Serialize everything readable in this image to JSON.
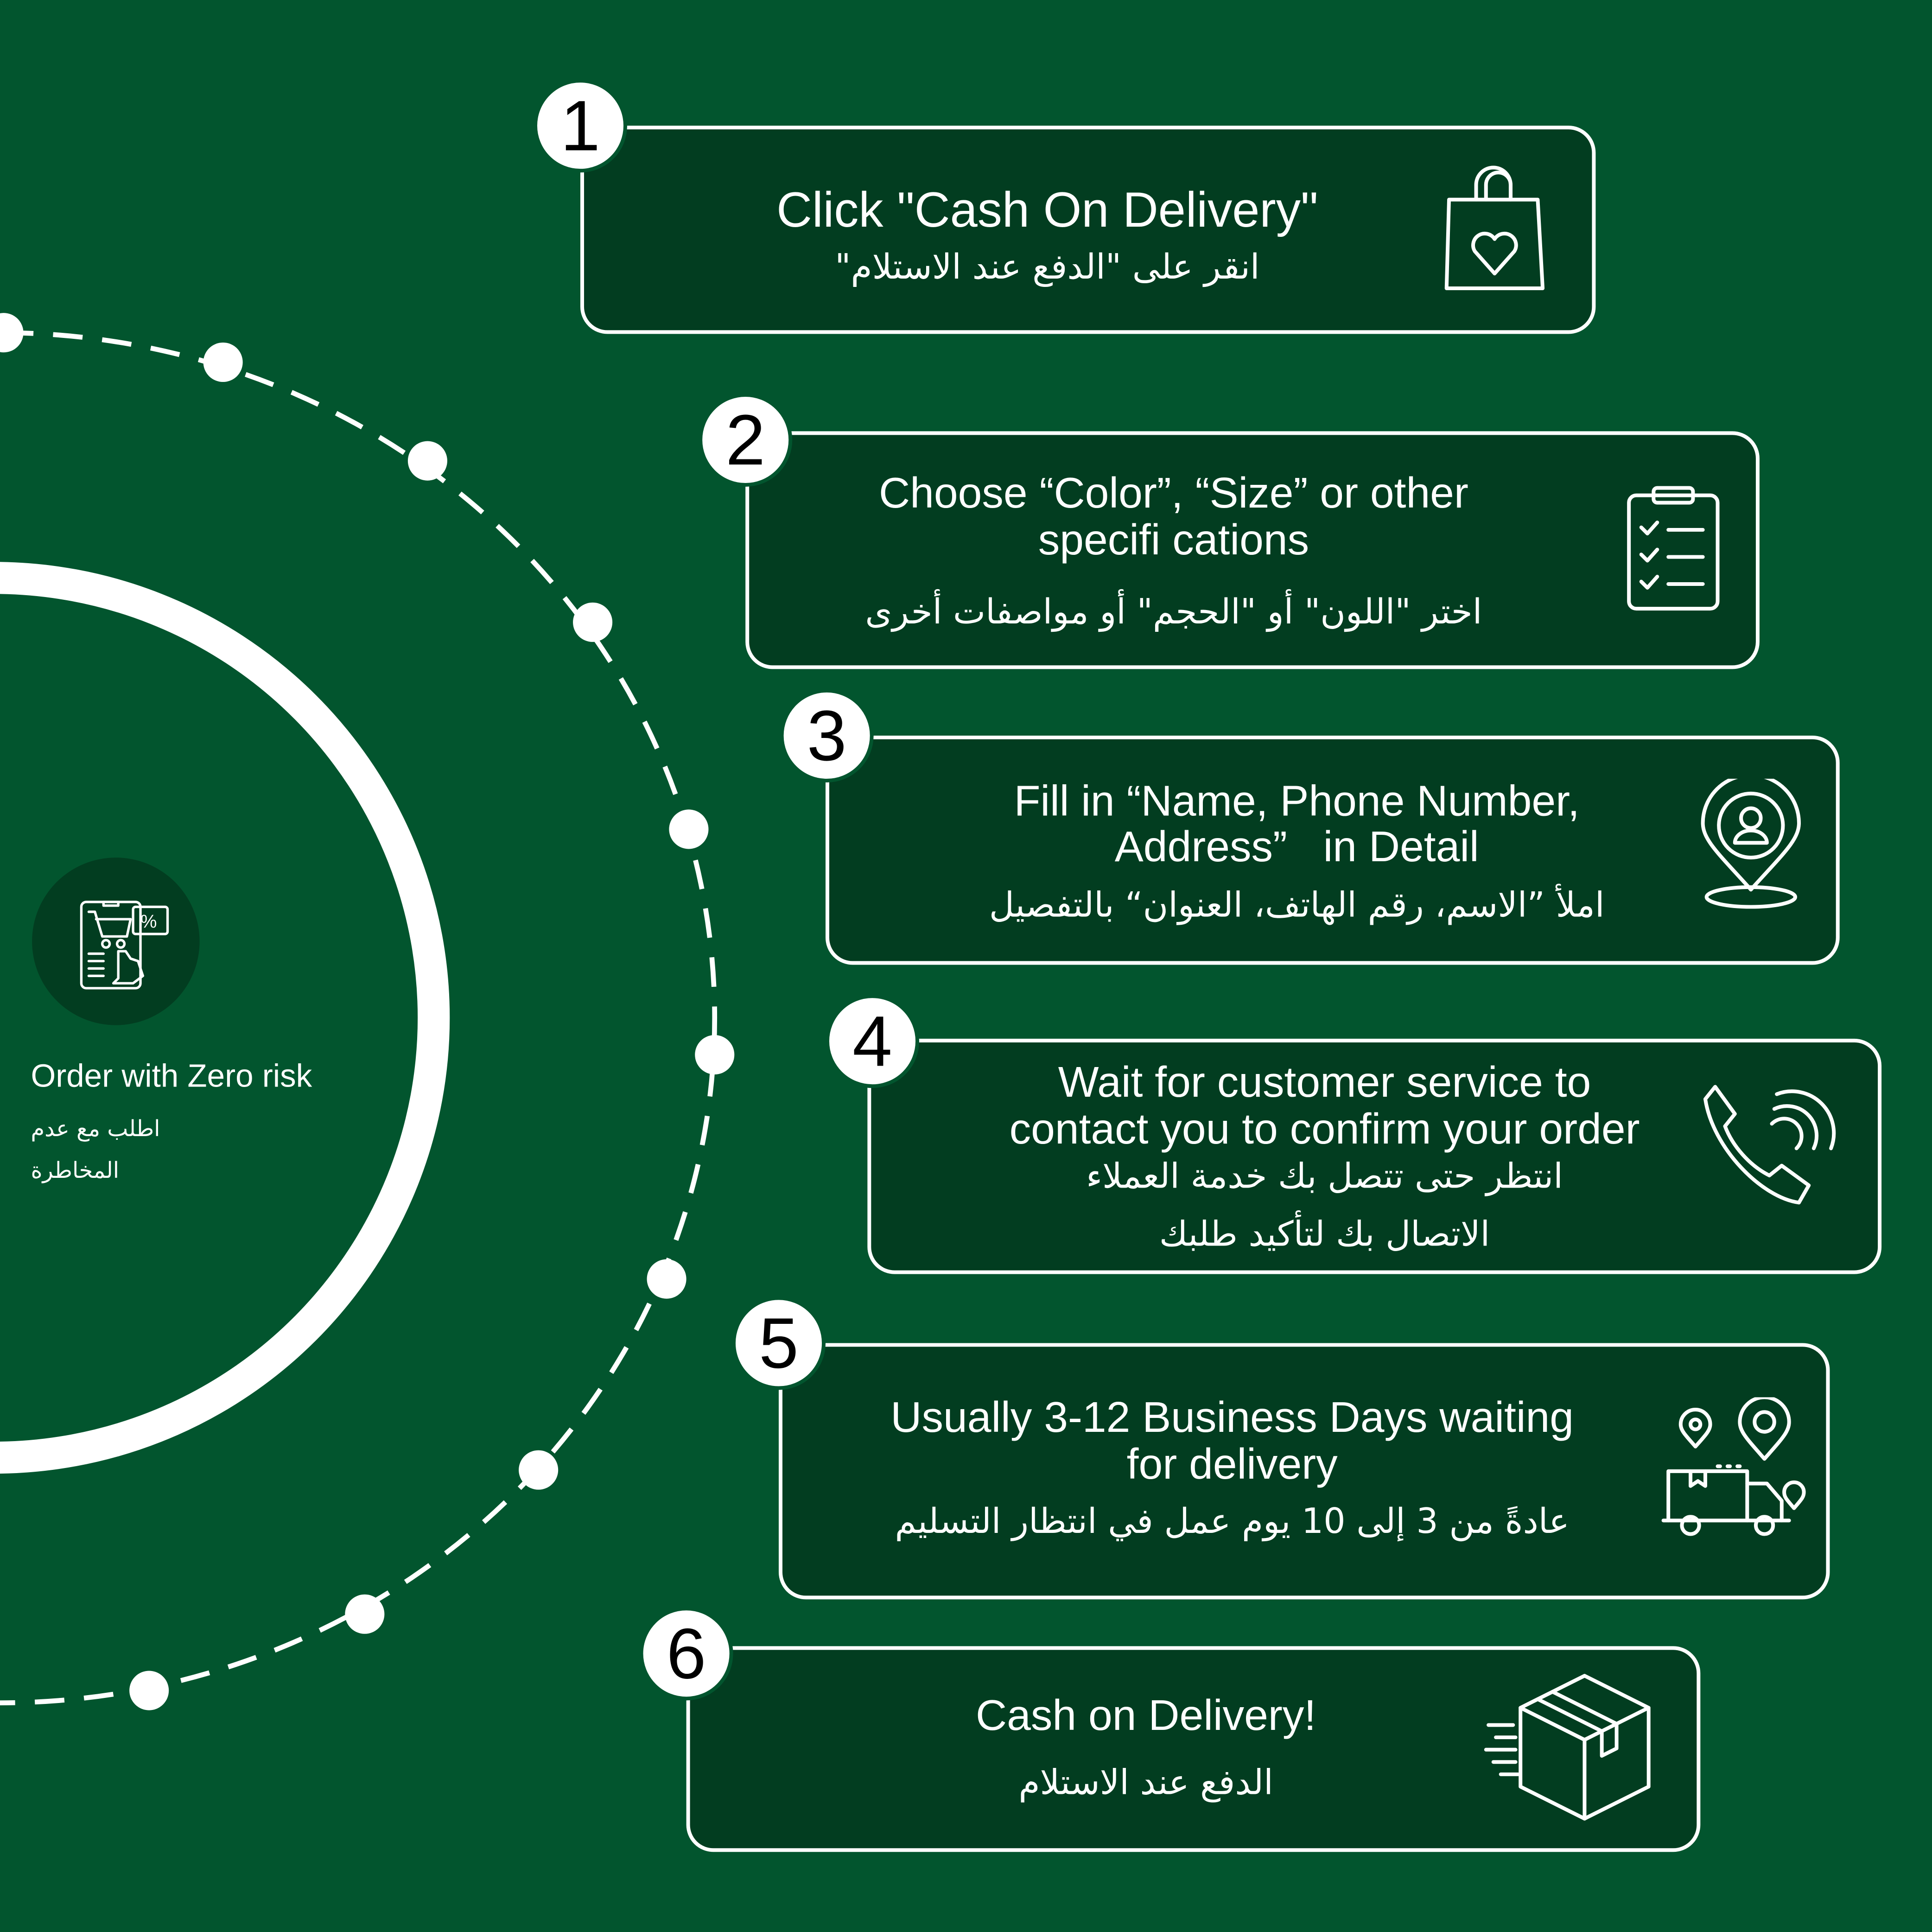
{
  "center": {
    "title": "Order with Zero risk",
    "subtitle": "اطلب مع عدم المخاطرة",
    "icon": "mobile-shopping-cart-icon"
  },
  "colors": {
    "background": "#02552e",
    "card": "#023d20",
    "accent": "#ffffff"
  },
  "steps": [
    {
      "number": "1",
      "title": "Click \"Cash On Delivery\"",
      "title2": "",
      "arabic": "انقر على \"الدفع عند الاستلام\"",
      "arabic2": "",
      "icon": "shopping-bag-heart-icon"
    },
    {
      "number": "2",
      "title": "Choose “Color”, “Size” or other",
      "title2": "specifi cations",
      "arabic": "اختر \"اللون\" أو \"الحجم\" أو مواصفات أخرى",
      "arabic2": "",
      "icon": "clipboard-checklist-icon"
    },
    {
      "number": "3",
      "title": "Fill in “Name, Phone Number,",
      "title2": "Address”   in Detail",
      "arabic": "املأ ”الاسم، رقم الهاتف، العنوان“ بالتفصيل",
      "arabic2": "",
      "icon": "location-user-pin-icon"
    },
    {
      "number": "4",
      "title": "Wait for customer service to",
      "title2": "contact you to confirm your order",
      "arabic": "انتظر حتى تتصل بك خدمة العملاء",
      "arabic2": "الاتصال بك لتأكيد طلبك",
      "icon": "phone-call-icon"
    },
    {
      "number": "5",
      "title": "Usually 3-12 Business Days waiting",
      "title2": "for delivery",
      "arabic": "عادةً من 3 إلى 10 يوم عمل في انتظار التسليم",
      "arabic2": "",
      "icon": "delivery-truck-location-icon"
    },
    {
      "number": "6",
      "title": "Cash on Delivery!",
      "title2": "",
      "arabic": "الدفع عند الاستلام",
      "arabic2": "",
      "icon": "fast-package-box-icon"
    }
  ]
}
